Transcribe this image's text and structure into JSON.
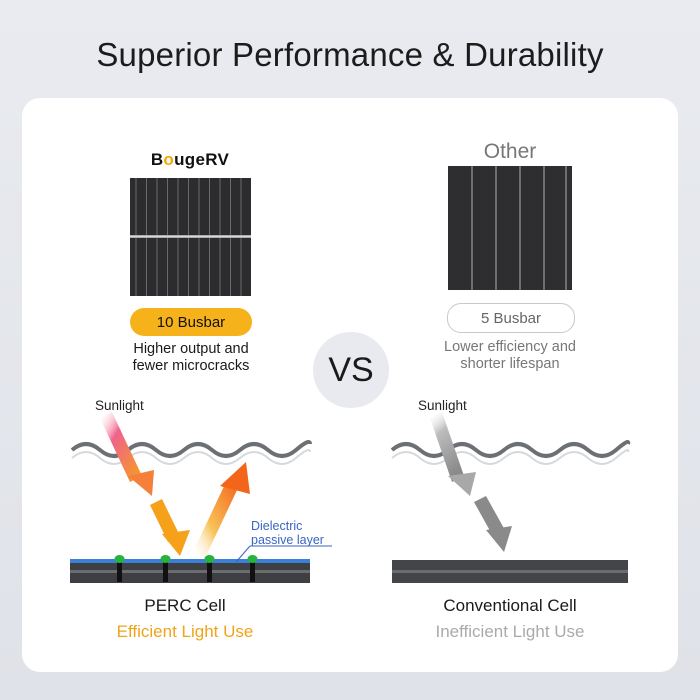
{
  "title": "Superior Performance & Durability",
  "left": {
    "brand_prefix": "B",
    "brand_sun": "o",
    "brand_suffix": "ugeRV",
    "busbar": "10 Busbar",
    "desc_line1": "Higher output and",
    "desc_line2": "fewer microcracks",
    "sunlight": "Sunlight",
    "layer_line1": "Dielectric",
    "layer_line2": "passive layer",
    "cell_name": "PERC Cell",
    "cell_sub": "Efficient Light Use"
  },
  "right": {
    "label": "Other",
    "busbar": "5 Busbar",
    "desc_line1": "Lower efficiency and",
    "desc_line2": "shorter lifespan",
    "sunlight": "Sunlight",
    "cell_name": "Conventional Cell",
    "cell_sub": "Inefficient Light Use"
  },
  "vs": "VS",
  "colors": {
    "accent_yellow": "#f6b21a",
    "efficient_orange": "#f0a419",
    "passive_blue": "#3a65c4",
    "muted_gray": "#aaaaaa"
  }
}
